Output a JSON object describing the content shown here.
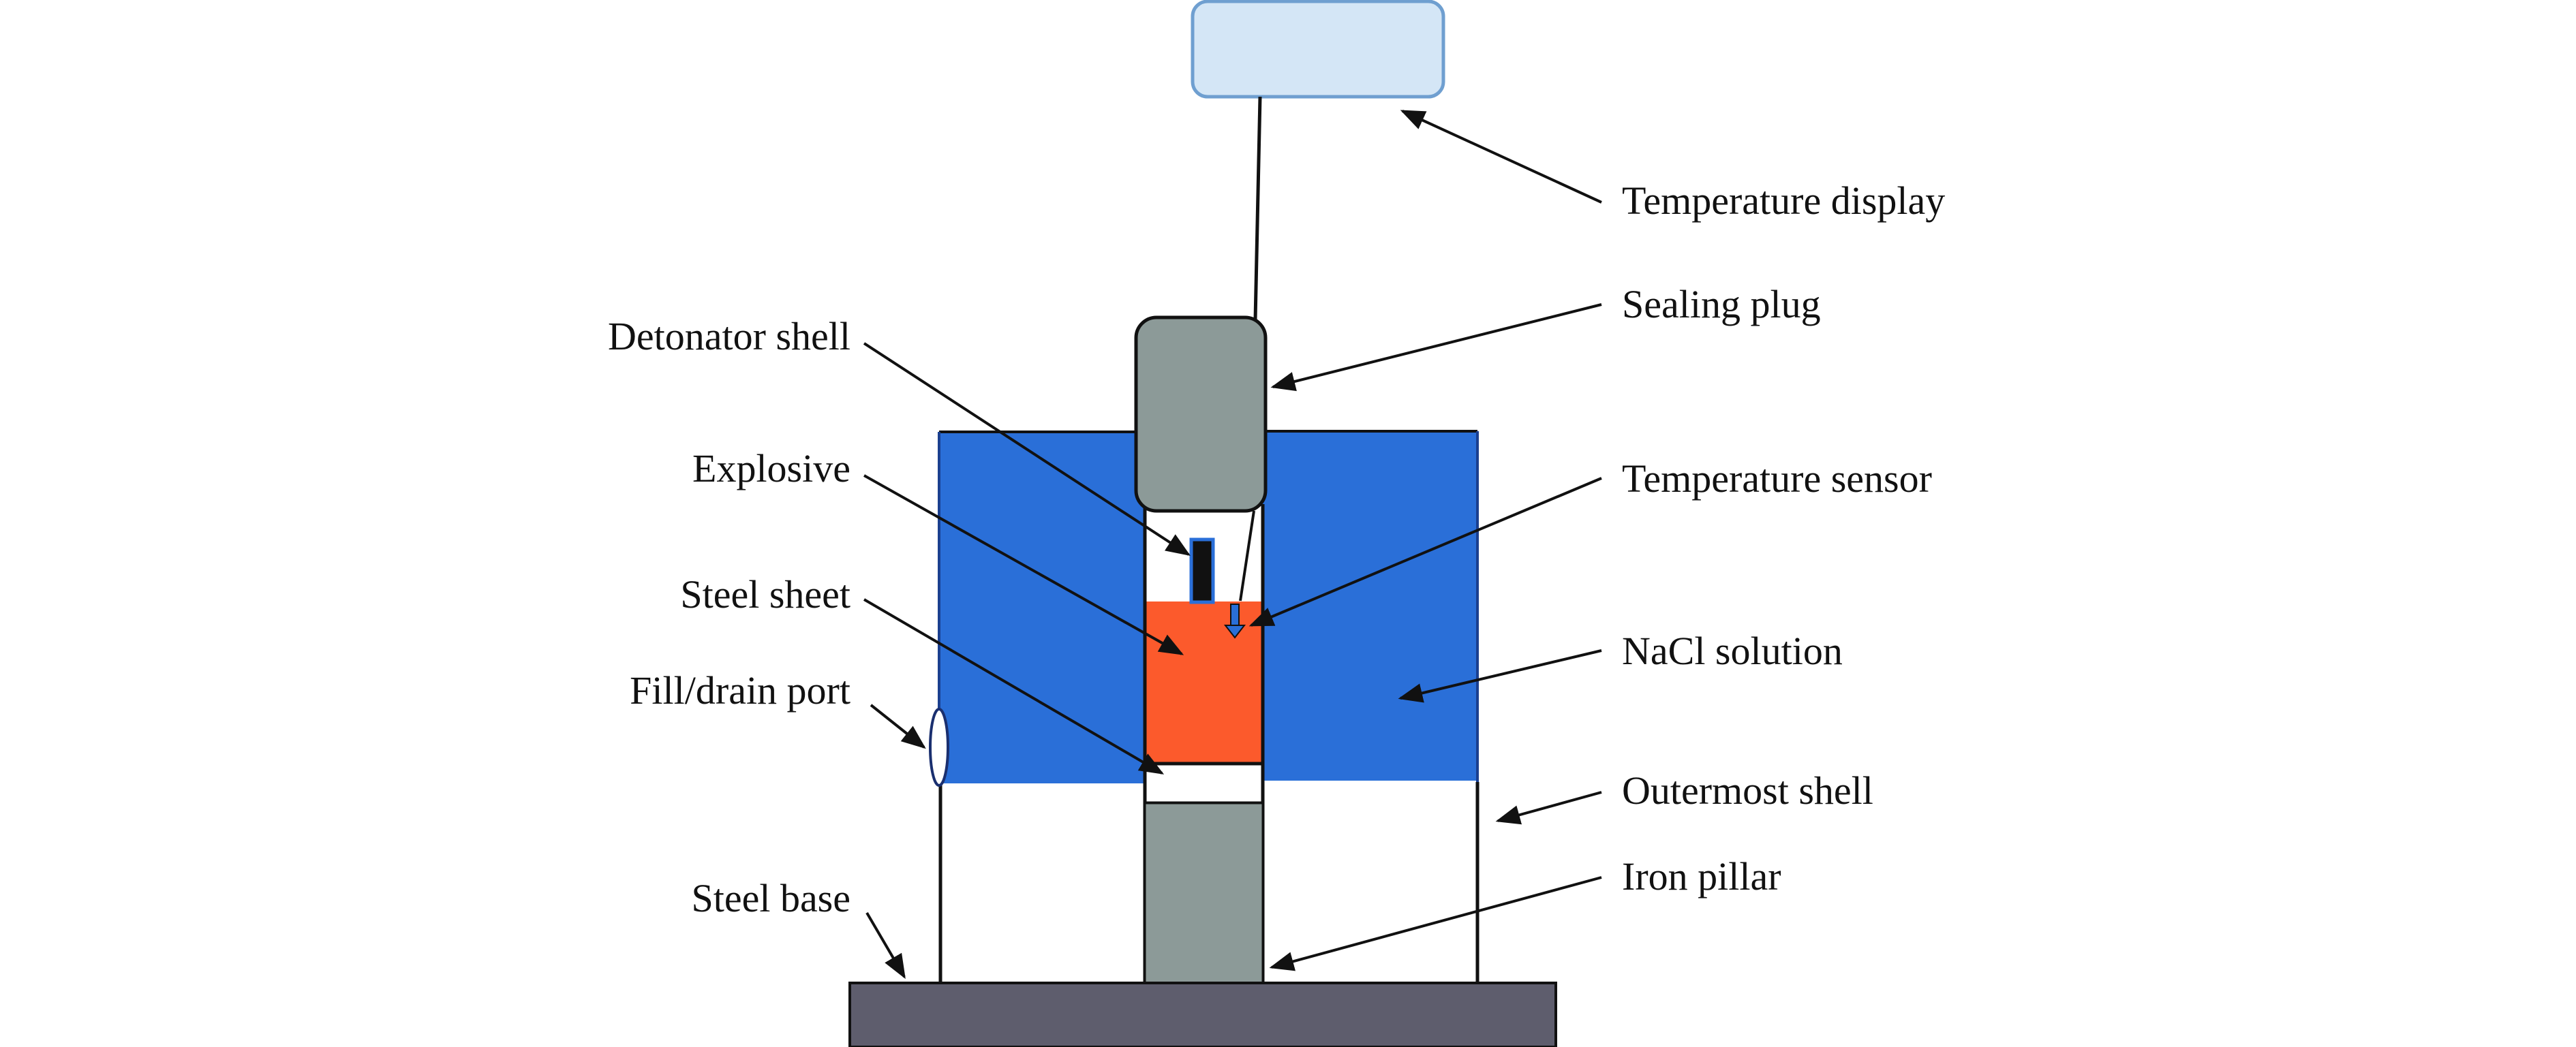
{
  "labels": {
    "temperature_display": "Temperature display",
    "sealing_plug": "Sealing plug",
    "detonator_shell": "Detonator shell",
    "explosive": "Explosive",
    "temperature_sensor": "Temperature sensor",
    "steel_sheet": "Steel sheet",
    "nacl_solution": "NaCl solution",
    "fill_drain_port": "Fill/drain port",
    "outermost_shell": "Outermost shell",
    "iron_pillar": "Iron pillar",
    "steel_base": "Steel base"
  },
  "colors": {
    "temperature_display": "#d4e6f6",
    "temperature_display_border": "#6f9fd0",
    "nacl_solution": "#2a6fd8",
    "explosive": "#fc5a2c",
    "sealing_plug": "#8c9a98",
    "iron_pillar": "#8c9a98",
    "steel_base": "#5e5d6d",
    "detonator_shell": "#111111",
    "line": "#111111"
  }
}
